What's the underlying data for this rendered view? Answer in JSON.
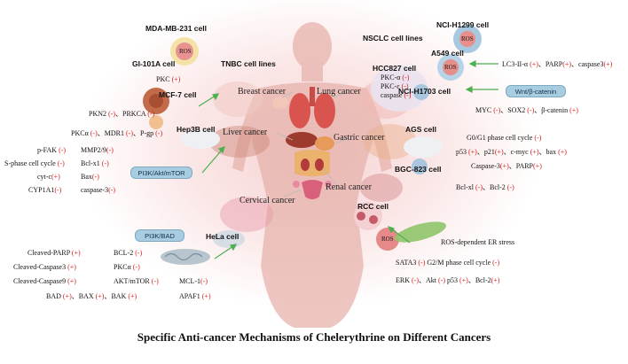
{
  "title": "Specific Anti-cancer Mechanisms of Chelerythrine on Different Cancers",
  "cancers": {
    "breast": "Breast cancer",
    "lung": "Lung cancer",
    "liver": "Liver cancer",
    "gastric": "Gastric  cancer",
    "renal": "Renal cancer",
    "cervical": "Cervical cancer"
  },
  "groups": {
    "tnbc": "TNBC cell lines",
    "nsclc": "NSCLC cell lines"
  },
  "cells": {
    "mda": "MDA-MB-231 cell",
    "gi101a": "GI-101A  cell",
    "mcf7": "MCF-7  cell",
    "h1299": "NCI-H1299 cell",
    "a549": "A549 cell",
    "hcc827": "HCC827 cell",
    "h1703": "NCI-H1703 cell",
    "hep3b": "Hep3B cell",
    "ags": "AGS  cell",
    "bgc823": "BGC-823 cell",
    "hela": "HeLa cell",
    "rcc": "RCC cell"
  },
  "labels": {
    "ros": "ROS",
    "pkc": "PKC",
    "pkc_sign": "(+)",
    "hcc827_line1": "PKC-α",
    "hcc827_line1_sign": "(-)",
    "hcc827_line2": "PKC-ε",
    "hcc827_line2_sign": "(-)",
    "hcc827_line3": "caspase",
    "hcc827_line3_sign": "(-)"
  },
  "pathways": {
    "wnt": "Wnt/β-catenin",
    "pi3k_akt": "PI3K/Akt/mTOR",
    "pi3k_bad": "PI3K/BAD"
  },
  "text": {
    "mcf_1a": "PKN2",
    "mcf_1a_s": "(-)",
    "mcf_1b": "、PRKCA",
    "mcf_1b_s": "(-)",
    "mcf_2a": "PKCα",
    "mcf_2a_s": "(-)",
    "mcf_2b": "、MDR1",
    "mcf_2b_s": "(-)",
    "mcf_2c": "、P-gp",
    "mcf_2c_s": "(-)",
    "a549_a": "LC3-II-α",
    "a549_a_s": "(+)",
    "a549_b": "、PARP",
    "a549_b_s": "(+)",
    "a549_c": "、caspase3",
    "a549_c_s": "(+)",
    "h1703_a": "MYC",
    "h1703_a_s": "(-)",
    "h1703_b": "、SOX2",
    "h1703_b_s": "(-)",
    "h1703_c": "、β-catenin",
    "h1703_c_s": "(+)",
    "hep_1a": "p-FAK",
    "hep_1a_s": "(-)",
    "hep_1b": "MMP2/9",
    "hep_1b_s": "(-)",
    "hep_2a": "S-phase cell cycle",
    "hep_2a_s": "(-)",
    "hep_2b": "Bcl-x1",
    "hep_2b_s": "(-)",
    "hep_3a": "cyt-c",
    "hep_3a_s": "(+)",
    "hep_3b": "Bax",
    "hep_3b_s": "(-)",
    "hep_4a": "CYP1A1",
    "hep_4a_s": "(-)",
    "hep_4b": "caspase-3",
    "hep_4b_s": "(-)",
    "ags_1": "G0/G1 phase cell cycle",
    "ags_1_s": "(-)",
    "ags_2a": "p53",
    "ags_2a_s": "(+)",
    "ags_2b": "、p21",
    "ags_2b_s": "(+)",
    "ags_2c": "、c-myc",
    "ags_2c_s": "(+)",
    "ags_2d": "、bax",
    "ags_2d_s": "(+)",
    "ags_3a": "Caspase-3",
    "ags_3a_s": "(+)",
    "ags_3b": "、PARP",
    "ags_3b_s": "(+)",
    "bgc_a": "Bcl-xl",
    "bgc_a_s": "(-)",
    "bgc_b": "、Bcl-2",
    "bgc_b_s": "(-)",
    "hela_1a": "Cleaved-PARP",
    "hela_1a_s": "(+)",
    "hela_1b": "BCL-2",
    "hela_1b_s": "(-)",
    "hela_2a": "Cleaved-Caspase3",
    "hela_2a_s": "(+)",
    "hela_2b": "PKCα",
    "hela_2b_s": "(-)",
    "hela_3a": "Cleaved-Caspase9",
    "hela_3a_s": "(+)",
    "hela_3b": "AKT/mTOR",
    "hela_3b_s": "(-)",
    "hela_3c": "MCL-1",
    "hela_3c_s": "(-)",
    "hela_4a": "BAD",
    "hela_4a_s": "(+)",
    "hela_4b": "、BAX",
    "hela_4b_s": "(+)",
    "hela_4c": "、BAK",
    "hela_4c_s": "(+)",
    "hela_4d": "APAF1",
    "hela_4d_s": "(+)",
    "rcc_er": "ROS-dependent ER stress",
    "rcc_2a": "SATA3",
    "rcc_2a_s": "(-)",
    "rcc_2b": "G2/M phase cell cycle",
    "rcc_2b_s": "(-)",
    "rcc_3a": "ERK",
    "rcc_3a_s": "(-)",
    "rcc_3b": "、Akt",
    "rcc_3b_s": "(-)",
    "rcc_3c": "p53",
    "rcc_3c_s": "(+)",
    "rcc_3d": "、Bcl-2",
    "rcc_3d_s": "(+)"
  },
  "colors": {
    "sign": "#d21f1f",
    "pathway": "#a9cde0",
    "arrow": "#4caf50",
    "cell_pink": "#e59a98"
  }
}
